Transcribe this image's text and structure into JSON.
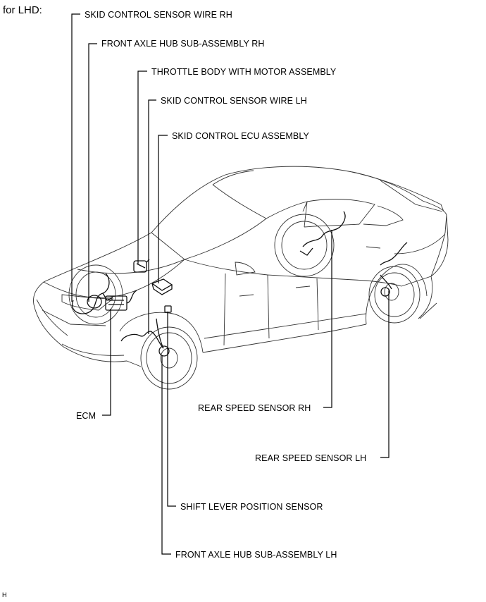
{
  "header": {
    "title": "for LHD:"
  },
  "labels": {
    "skid_sensor_wire_rh": "SKID CONTROL SENSOR WIRE RH",
    "front_hub_rh": "FRONT AXLE HUB SUB-ASSEMBLY RH",
    "throttle_body": "THROTTLE BODY WITH MOTOR ASSEMBLY",
    "skid_sensor_wire_lh": "SKID CONTROL SENSOR WIRE LH",
    "skid_ecu": "SKID CONTROL ECU ASSEMBLY",
    "ecm": "ECM",
    "rear_speed_rh": "REAR SPEED SENSOR RH",
    "rear_speed_lh": "REAR SPEED SENSOR LH",
    "shift_lever_sensor": "SHIFT LEVER POSITION SENSOR",
    "front_hub_lh": "FRONT AXLE HUB SUB-ASSEMBLY LH"
  },
  "footer": {
    "code": "H"
  }
}
